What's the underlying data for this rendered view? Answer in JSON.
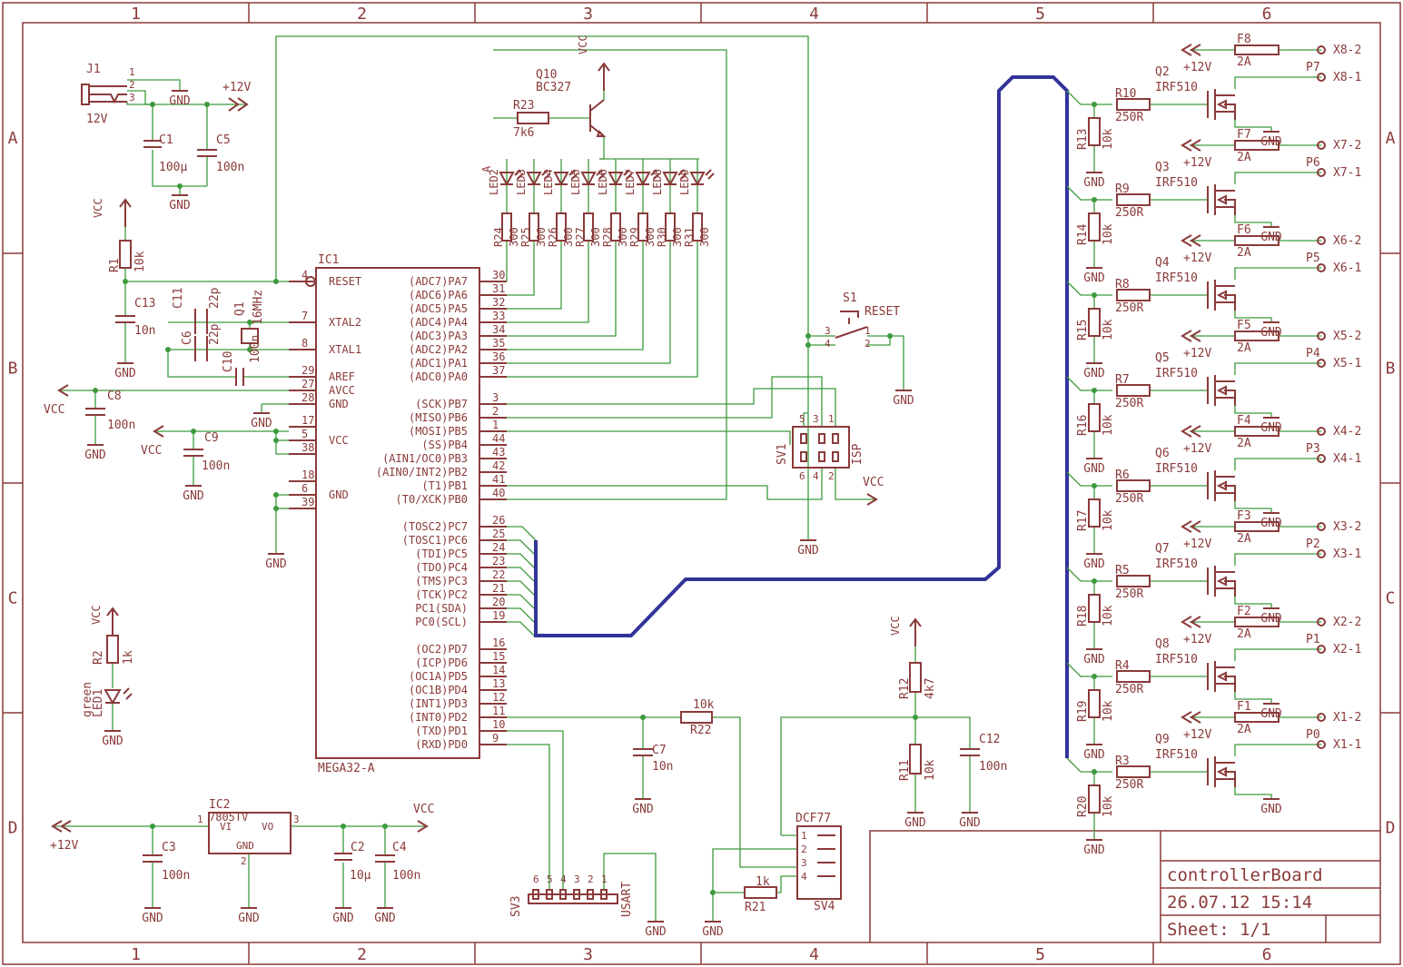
{
  "frame": {
    "columns": [
      "1",
      "2",
      "3",
      "4",
      "5",
      "6"
    ],
    "rows": [
      "A",
      "B",
      "C",
      "D"
    ]
  },
  "title_block": {
    "title": "controllerBoard",
    "date": "26.07.12 15:14",
    "sheet": "Sheet: 1/1"
  },
  "mcu": {
    "name": "IC1",
    "value": "MEGA32-A",
    "left_pins": [
      {
        "num": "4",
        "name": "RESET"
      },
      {
        "num": "7",
        "name": "XTAL2"
      },
      {
        "num": "8",
        "name": "XTAL1"
      },
      {
        "num": "29",
        "name": "AREF"
      },
      {
        "num": "27",
        "name": "AVCC"
      },
      {
        "num": "28",
        "name": "GND"
      },
      {
        "num": "17",
        "name": ""
      },
      {
        "num": "5",
        "name": "VCC"
      },
      {
        "num": "38",
        "name": ""
      },
      {
        "num": "18",
        "name": ""
      },
      {
        "num": "6",
        "name": "GND"
      },
      {
        "num": "39",
        "name": ""
      }
    ],
    "right_pins": [
      {
        "num": "30",
        "name": "(ADC7)PA7"
      },
      {
        "num": "31",
        "name": "(ADC6)PA6"
      },
      {
        "num": "32",
        "name": "(ADC5)PA5"
      },
      {
        "num": "33",
        "name": "(ADC4)PA4"
      },
      {
        "num": "34",
        "name": "(ADC3)PA3"
      },
      {
        "num": "35",
        "name": "(ADC2)PA2"
      },
      {
        "num": "36",
        "name": "(ADC1)PA1"
      },
      {
        "num": "37",
        "name": "(ADC0)PA0"
      },
      {
        "num": "3",
        "name": "(SCK)PB7"
      },
      {
        "num": "2",
        "name": "(MISO)PB6"
      },
      {
        "num": "1",
        "name": "(MOSI)PB5"
      },
      {
        "num": "44",
        "name": "(SS)PB4"
      },
      {
        "num": "43",
        "name": "(AIN1/OC0)PB3"
      },
      {
        "num": "42",
        "name": "(AIN0/INT2)PB2"
      },
      {
        "num": "41",
        "name": "(T1)PB1"
      },
      {
        "num": "40",
        "name": "(T0/XCK)PB0"
      },
      {
        "num": "26",
        "name": "(TOSC2)PC7"
      },
      {
        "num": "25",
        "name": "(TOSC1)PC6"
      },
      {
        "num": "24",
        "name": "(TDI)PC5"
      },
      {
        "num": "23",
        "name": "(TDO)PC4"
      },
      {
        "num": "22",
        "name": "(TMS)PC3"
      },
      {
        "num": "21",
        "name": "(TCK)PC2"
      },
      {
        "num": "20",
        "name": "PC1(SDA)"
      },
      {
        "num": "19",
        "name": "PC0(SCL)"
      },
      {
        "num": "16",
        "name": "(OC2)PD7"
      },
      {
        "num": "15",
        "name": "(ICP)PD6"
      },
      {
        "num": "14",
        "name": "(OC1A)PD5"
      },
      {
        "num": "13",
        "name": "(OC1B)PD4"
      },
      {
        "num": "12",
        "name": "(INT1)PD3"
      },
      {
        "num": "11",
        "name": "(INT0)PD2"
      },
      {
        "num": "10",
        "name": "(TXD)PD1"
      },
      {
        "num": "9",
        "name": "(RXD)PD0"
      }
    ]
  },
  "led_array": {
    "leds": [
      "LED2",
      "LED3",
      "LED4",
      "LED5",
      "LED6",
      "LED7",
      "LED8",
      "LED9"
    ],
    "resistors": [
      "R24",
      "R25",
      "R26",
      "R27",
      "R28",
      "R29",
      "R30",
      "R31"
    ],
    "value": "300",
    "anode_label": "A"
  },
  "q10": {
    "name": "Q10",
    "value": "BC327",
    "r_name": "R23",
    "r_value": "7k6",
    "supply": "VCC"
  },
  "power_jack": {
    "name": "J1",
    "value": "12V",
    "pins": [
      "1",
      "2",
      "3"
    ],
    "gnd": "GND",
    "rail": "+12V",
    "c1_name": "C1",
    "c1_value": "100µ",
    "c5_name": "C5",
    "c5_value": "100n",
    "gnd2": "GND"
  },
  "reset_circuit": {
    "supply": "VCC",
    "r_name": "R1",
    "r_value": "10k",
    "c_name": "C13",
    "c_value": "10n",
    "gnd": "GND"
  },
  "crystal": {
    "q_name": "Q1",
    "q_value": "16MHz",
    "c11_name": "C11",
    "c11_value": "22p",
    "c6_name": "C6",
    "c6_value": "22p",
    "c10_name": "C10",
    "c10_value": "100n"
  },
  "avcc": {
    "supply": "VCC",
    "c_name": "C8",
    "c_value": "100n",
    "gnd": "GND"
  },
  "vcc_decoupling": {
    "supply": "VCC",
    "c_name": "C9",
    "c_value": "100n",
    "gnd": "GND",
    "gnd_mcu": "GND",
    "gnd_bottom": "GND"
  },
  "status_led": {
    "supply": "VCC",
    "r_name": "R2",
    "r_value": "1k",
    "led_name": "LED1",
    "led_value": "green",
    "gnd": "GND"
  },
  "regulator": {
    "name": "IC2",
    "value": "7805TV",
    "vi": "VI",
    "vo": "VO",
    "gnd_pin": "GND",
    "pin1": "1",
    "pin2": "2",
    "pin3": "3",
    "in_rail": "+12V",
    "out_rail": "VCC",
    "c3_name": "C3",
    "c3_value": "100n",
    "c2_name": "C2",
    "c2_value": "10µ",
    "c4_name": "C4",
    "c4_value": "100n",
    "gnd": "GND"
  },
  "switch": {
    "name": "S1",
    "value": "RESET",
    "pins": [
      "3",
      "4",
      "1",
      "2"
    ],
    "gnd": "GND"
  },
  "isp": {
    "name": "SV1",
    "value": "ISP",
    "pins_top": [
      "5",
      "3",
      "1"
    ],
    "pins_bottom": [
      "6",
      "4",
      "2"
    ],
    "supply": "VCC",
    "gnd": "GND"
  },
  "usart": {
    "name": "SV3",
    "value": "USART",
    "pins": [
      "6",
      "5",
      "4",
      "3",
      "2",
      "1"
    ],
    "gnd": "GND"
  },
  "dcf": {
    "name": "DCF77",
    "conn": "SV4",
    "pins": [
      "1",
      "2",
      "3",
      "4"
    ],
    "r12_name": "R12",
    "r12_value": "4k7",
    "r11_name": "R11",
    "r11_value": "10k",
    "c12_name": "C12",
    "c12_value": "100n",
    "supply": "VCC",
    "gnd": "GND",
    "r22_name": "R22",
    "r22_value": "10k",
    "c7_name": "C7",
    "c7_value": "10n",
    "r21_name": "R21",
    "r21_value": "1k"
  },
  "outputs": [
    {
      "q": "Q2",
      "r": "R10",
      "rp": "R13",
      "f": "F8",
      "port": "P7",
      "x2": "X8-2",
      "x1": "X8-1"
    },
    {
      "q": "Q3",
      "r": "R9",
      "rp": "R14",
      "f": "F7",
      "port": "P6",
      "x2": "X7-2",
      "x1": "X7-1"
    },
    {
      "q": "Q4",
      "r": "R8",
      "rp": "R15",
      "f": "F6",
      "port": "P5",
      "x2": "X6-2",
      "x1": "X6-1"
    },
    {
      "q": "Q5",
      "r": "R7",
      "rp": "R16",
      "f": "F5",
      "port": "P4",
      "x2": "X5-2",
      "x1": "X5-1"
    },
    {
      "q": "Q6",
      "r": "R6",
      "rp": "R17",
      "f": "F4",
      "port": "P3",
      "x2": "X4-2",
      "x1": "X4-1"
    },
    {
      "q": "Q7",
      "r": "R5",
      "rp": "R18",
      "f": "F3",
      "port": "P2",
      "x2": "X3-2",
      "x1": "X3-1"
    },
    {
      "q": "Q8",
      "r": "R4",
      "rp": "R19",
      "f": "F2",
      "port": "P1",
      "x2": "X2-2",
      "x1": "X2-1"
    },
    {
      "q": "Q9",
      "r": "R3",
      "rp": "R20",
      "f": "F1",
      "port": "P0",
      "x2": "X1-2",
      "x1": "X1-1"
    }
  ],
  "output_common": {
    "mosfet": "IRF510",
    "r_value": "250R",
    "rp_value": "10k",
    "fuse": "2A",
    "rail": "+12V",
    "gnd": "GND"
  },
  "colors": {
    "part": "#8b3a3a",
    "wire": "#3c9a3c",
    "bus": "#33339a"
  }
}
